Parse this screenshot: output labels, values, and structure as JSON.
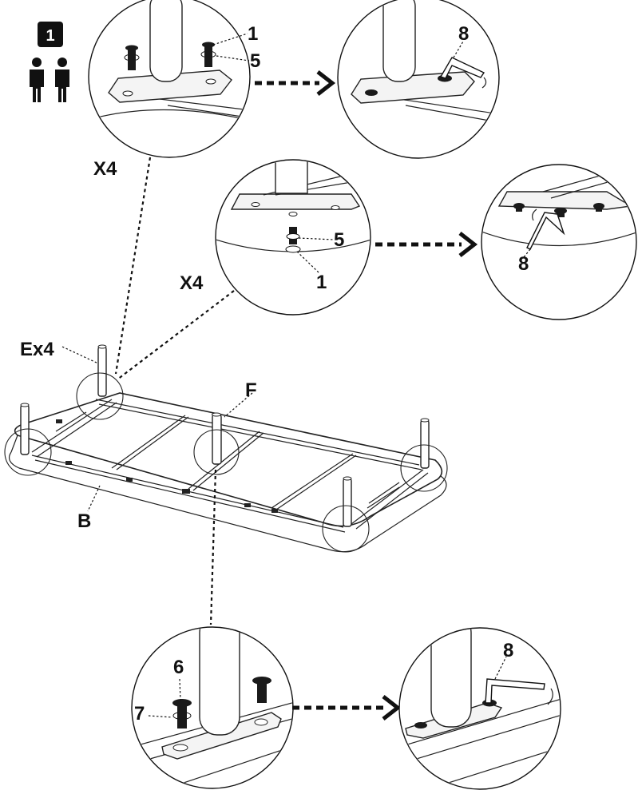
{
  "step": {
    "number": "1",
    "people_icon": "two-person-icon"
  },
  "labels": {
    "qty_top": "X4",
    "qty_mid": "X4",
    "leg_part": "Ex4",
    "center_leg": "F",
    "frame": "B",
    "top_bolt": "1",
    "top_washer": "5",
    "top_wrench": "8",
    "mid_washer": "5",
    "mid_bolt": "1",
    "mid_wrench": "8",
    "bot_bolt": "6",
    "bot_washer": "7",
    "bot_wrench": "8"
  },
  "icons": {
    "arrow": "dashed-arrow-right-icon",
    "wrench": "hex-key-icon",
    "bolt": "bolt-icon"
  }
}
